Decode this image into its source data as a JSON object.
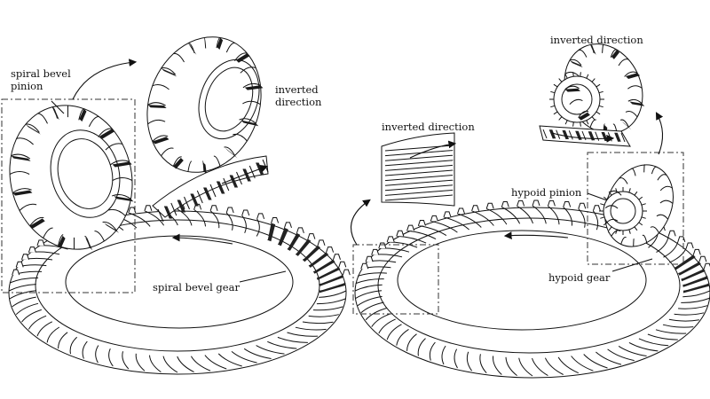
{
  "figure": {
    "left_panel": {
      "pinion_label": "spiral bevel\npinion",
      "inverted_label": "inverted\ndirection",
      "gear_label": "spiral bevel gear"
    },
    "right_panel": {
      "inverted_top_label": "inverted direction",
      "inverted_left_label": "inverted direction",
      "pinion_label": "hypoid pinion",
      "gear_label": "hypoid gear"
    }
  }
}
